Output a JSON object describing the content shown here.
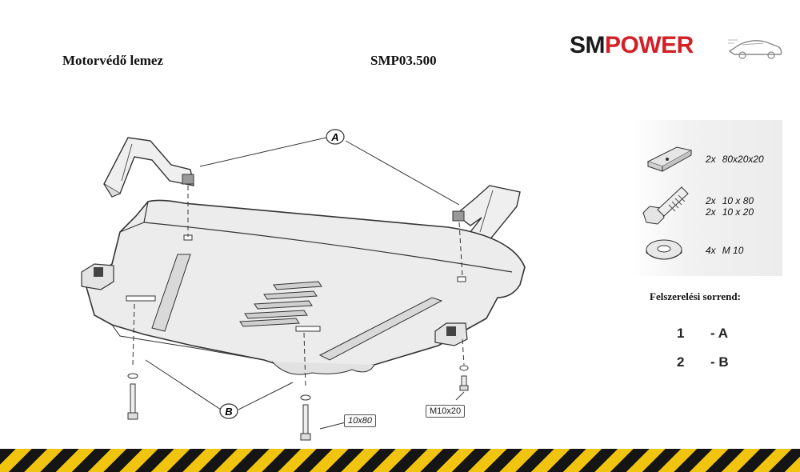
{
  "header": {
    "title": "Motorvédő lemez",
    "code": "SMP03.500"
  },
  "logo": {
    "part1": "SM",
    "part2": "POWER",
    "colors": {
      "dark": "#1a1a1a",
      "accent": "#d32027"
    }
  },
  "diagram": {
    "label_a": "A",
    "label_b": "B",
    "bolt_long_label": "10x80",
    "bolt_short_label": "M10x20"
  },
  "parts": [
    {
      "qty": "2x",
      "spec": "80x20x20",
      "icon": "bracket-icon"
    },
    {
      "qty": "2x",
      "spec": "10 x 80",
      "icon": "bolt-icon"
    },
    {
      "qty": "2x",
      "spec": "10 x 20",
      "icon": "bolt-icon"
    },
    {
      "qty": "4x",
      "spec": "M 10",
      "icon": "washer-icon"
    }
  ],
  "sequence": {
    "title": "Felszerelési sorrend:",
    "steps": [
      {
        "num": "1",
        "label": "- A"
      },
      {
        "num": "2",
        "label": "- B"
      }
    ]
  },
  "colors": {
    "hazard_yellow": "#f1c40f",
    "hazard_black": "#151515",
    "plate": "#ececec"
  }
}
